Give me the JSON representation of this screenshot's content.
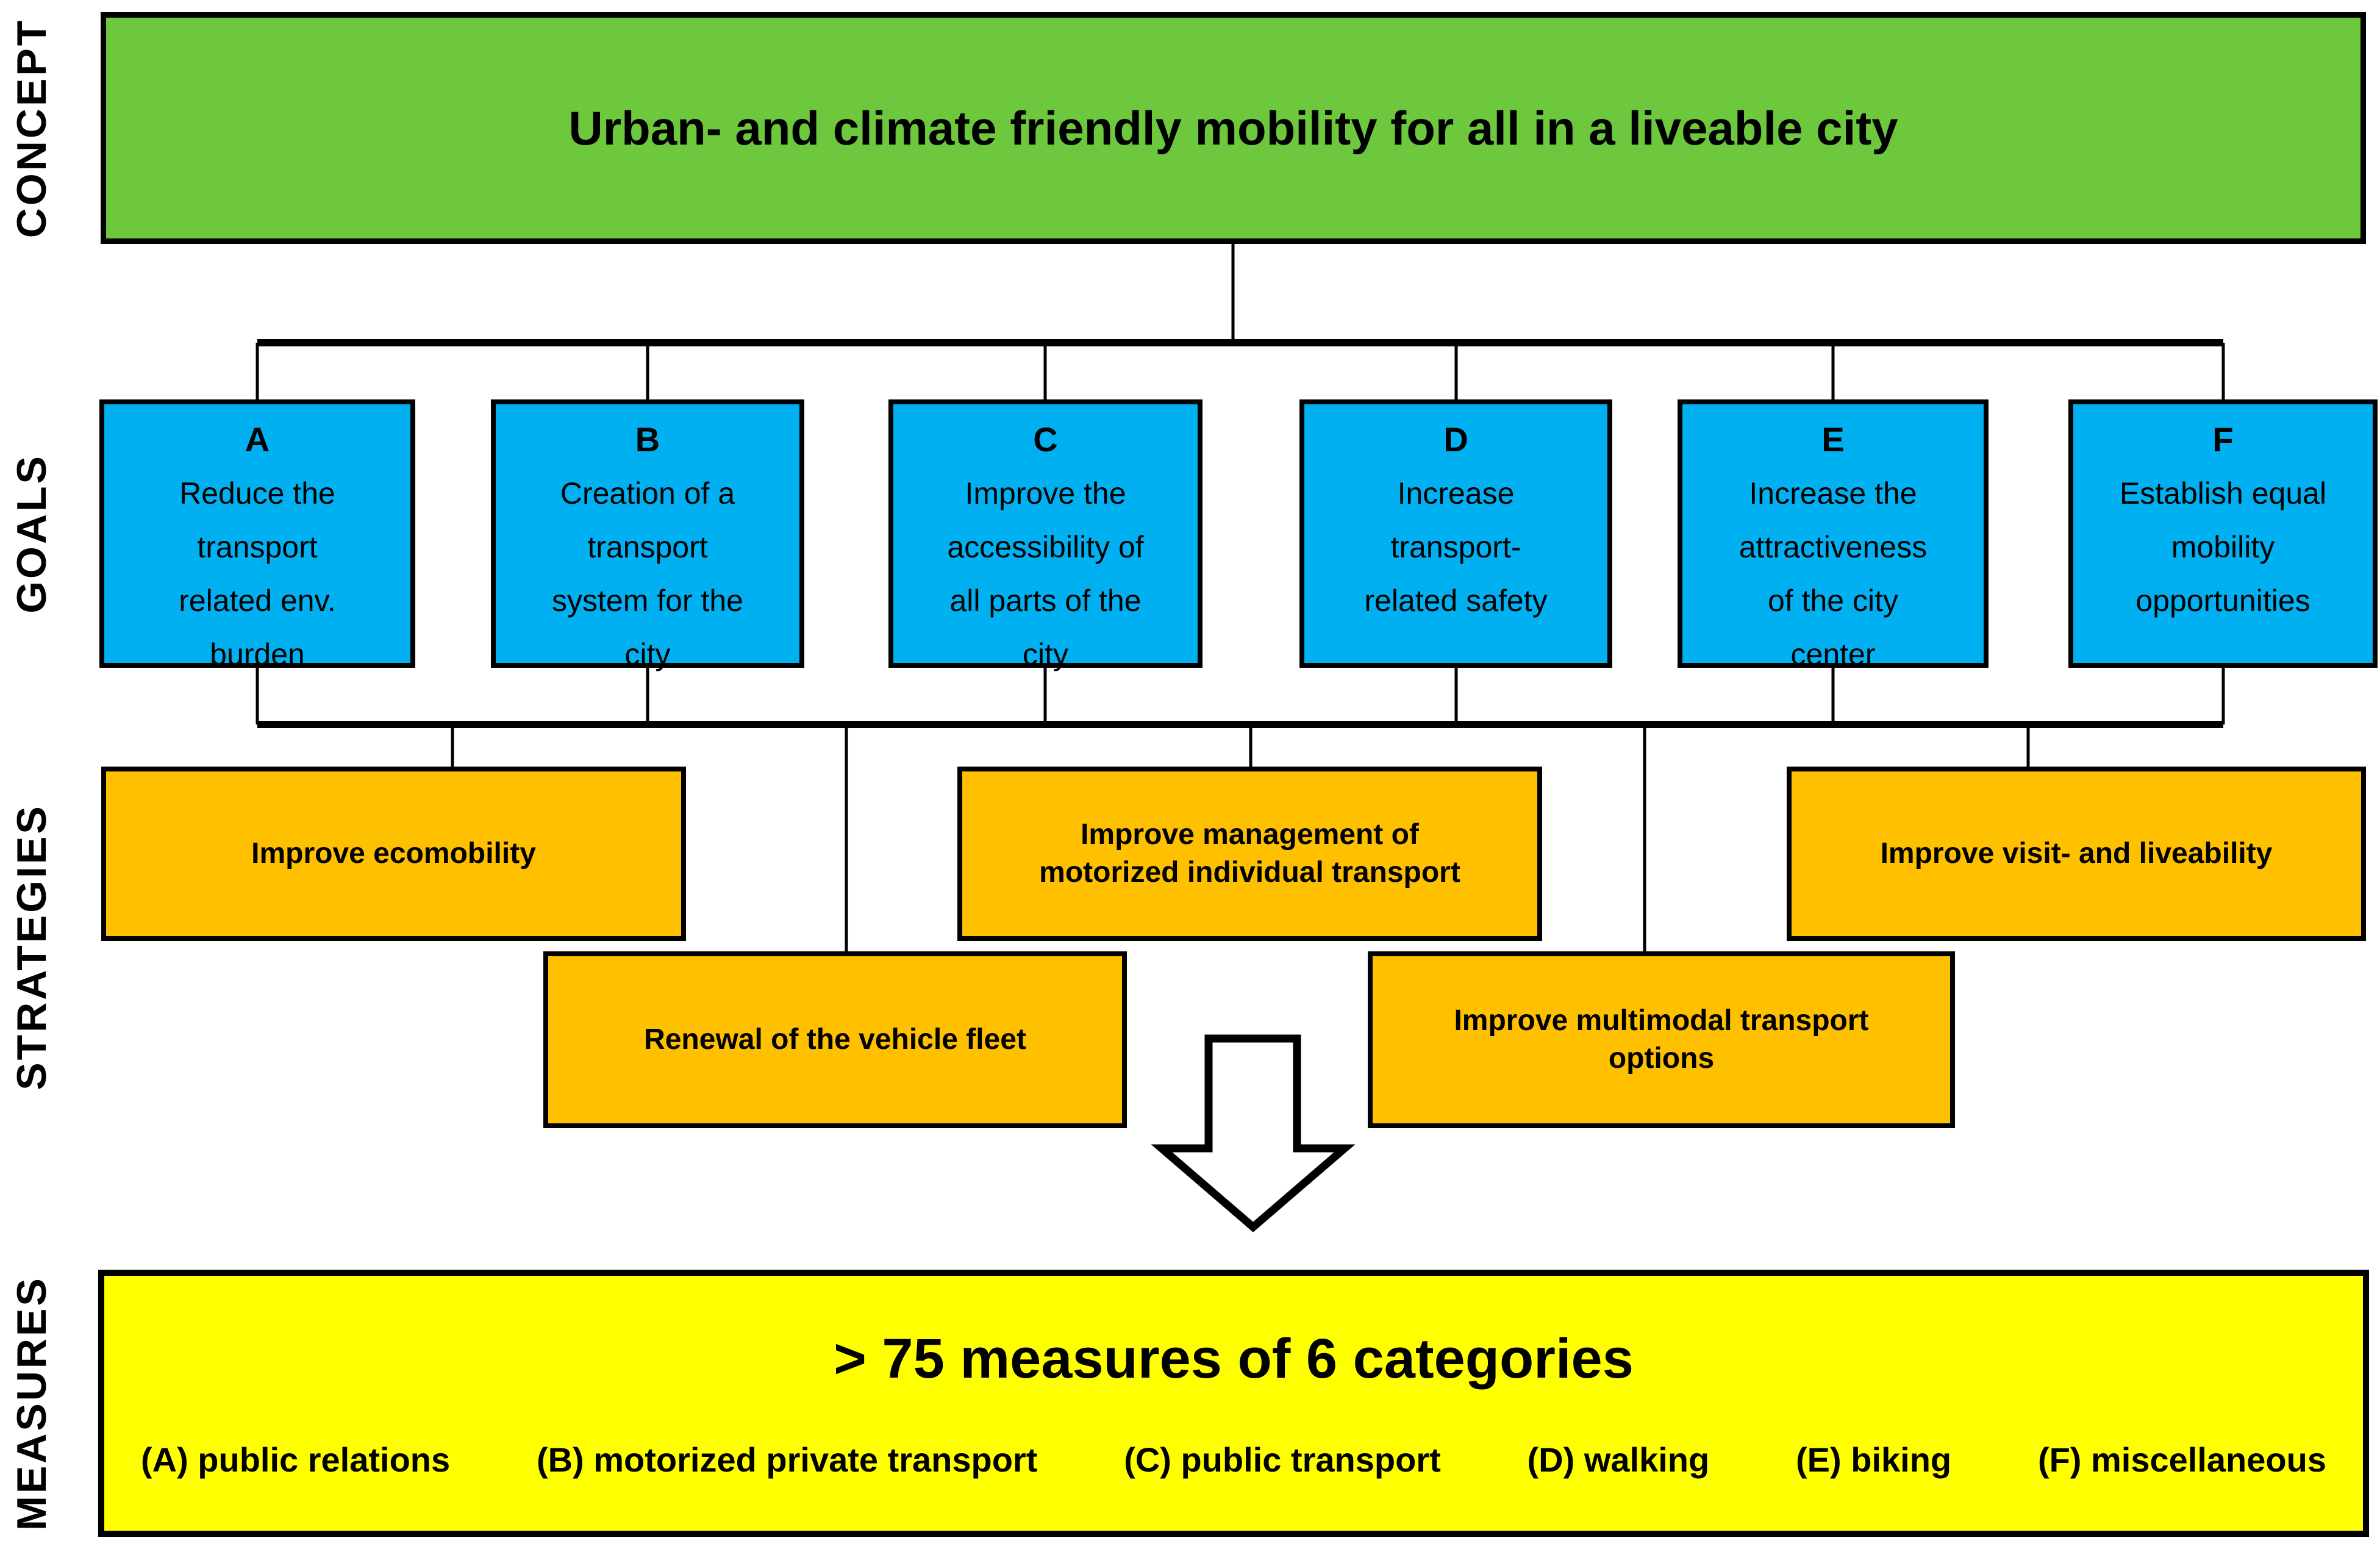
{
  "palette": {
    "green": "#6DC83E",
    "blue": "#00B0F0",
    "orange": "#FFC000",
    "yellow": "#FFFF00",
    "line": "#000000",
    "arrow-fill": "#FFFFFF"
  },
  "side_labels": {
    "concept": "CONCEPT",
    "goals": "GOALS",
    "strategies": "STRATEGIES",
    "measures": "MEASURES"
  },
  "concept": {
    "title": "Urban- and climate friendly mobility for all in a liveable city"
  },
  "goals": [
    {
      "letter": "A",
      "lines": [
        "Reduce the",
        "transport",
        "related env.",
        "burden"
      ]
    },
    {
      "letter": "B",
      "lines": [
        "Creation of a",
        "transport",
        "system for the",
        "city"
      ]
    },
    {
      "letter": "C",
      "lines": [
        "Improve the",
        "accessibility of",
        "all parts of the",
        "city"
      ]
    },
    {
      "letter": "D",
      "lines": [
        "Increase",
        "transport-",
        "related safety"
      ]
    },
    {
      "letter": "E",
      "lines": [
        "Increase the",
        "attractiveness",
        "of the city",
        "center"
      ]
    },
    {
      "letter": "F",
      "lines": [
        "Establish equal",
        "mobility",
        "opportunities"
      ]
    }
  ],
  "strategies": [
    {
      "id": "ecomobility",
      "lines": [
        "Improve ecomobility"
      ]
    },
    {
      "id": "mit-management",
      "lines": [
        "Improve management of",
        "motorized individual transport"
      ]
    },
    {
      "id": "visit-liveability",
      "lines": [
        "Improve visit- and liveability"
      ]
    },
    {
      "id": "vehicle-fleet-renewal",
      "lines": [
        "Renewal of the vehicle fleet"
      ]
    },
    {
      "id": "multimodal-options",
      "lines": [
        "Improve multimodal transport",
        "options"
      ]
    }
  ],
  "measures": {
    "title": "> 75 measures of 6 categories",
    "categories": [
      "(A) public relations",
      "(B) motorized private transport",
      "(C) public transport",
      "(D) walking",
      "(E) biking",
      "(F) miscellaneous"
    ]
  }
}
